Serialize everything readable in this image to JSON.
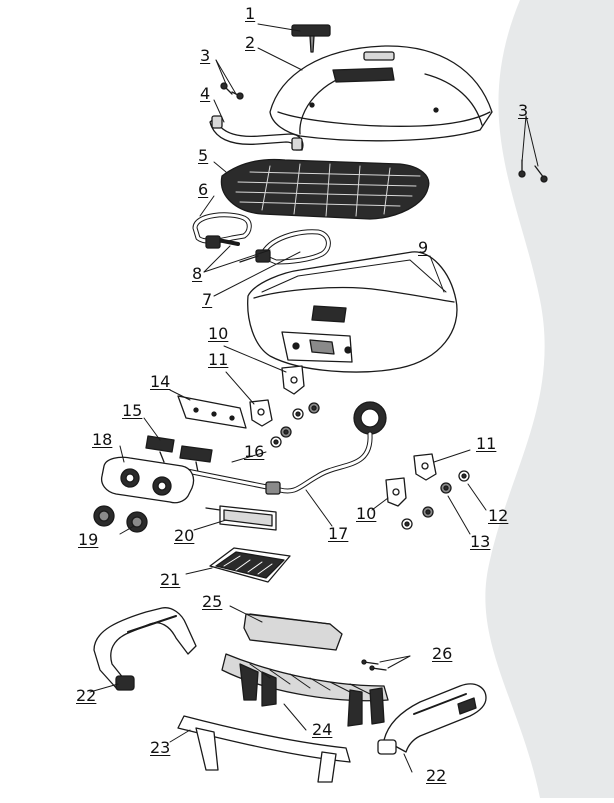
{
  "colors": {
    "background": "#ffffff",
    "swoosh": "#e7e9ea",
    "line": "#1a1a1a",
    "part_fill": "#ffffff",
    "part_dark": "#2b2b2b",
    "part_mid": "#8a8a8a",
    "part_light": "#d9d9d9"
  },
  "callouts": {
    "c1": "1",
    "c2": "2",
    "c3a": "3",
    "c3b": "3",
    "c4": "4",
    "c5": "5",
    "c6": "6",
    "c7": "7",
    "c8": "8",
    "c9": "9",
    "c10a": "10",
    "c10b": "10",
    "c11a": "11",
    "c11b": "11",
    "c12": "12",
    "c13": "13",
    "c14": "14",
    "c15": "15",
    "c16": "16",
    "c17": "17",
    "c18": "18",
    "c19": "19",
    "c20": "20",
    "c21": "21",
    "c22a": "22",
    "c22b": "22",
    "c23": "23",
    "c24": "24",
    "c25": "25",
    "c26": "26"
  }
}
